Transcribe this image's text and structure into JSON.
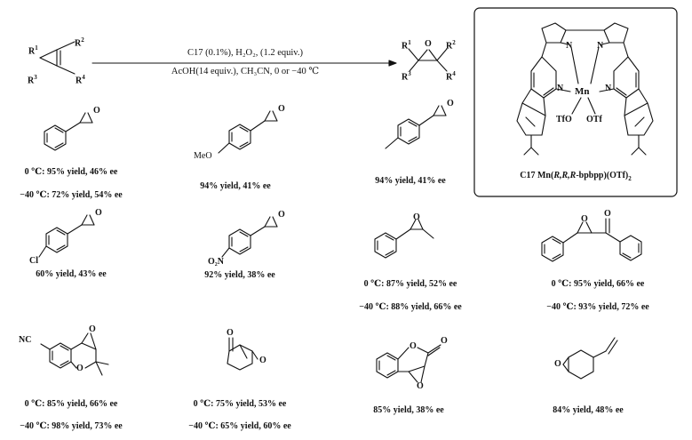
{
  "reaction": {
    "conditions_line1": "C17 (0.1%), H₂O₂, (1.2 equiv.)",
    "conditions_line2": "AcOH(14 equiv.), CH₃CN, 0 or −40 ℃",
    "r1": "R",
    "r2": "R",
    "r3": "R",
    "r4": "R"
  },
  "catalyst": {
    "label_prefix": "C17 Mn(",
    "label_ligand": "R,R,R",
    "label_suffix": "-bpbpp)(OTf)",
    "label_sub": "2",
    "metal": "Mn",
    "otf_left": "TfO",
    "otf_right": "OTf"
  },
  "atoms": {
    "O": "O",
    "MeO": "MeO",
    "Cl": "Cl",
    "O2N": "O₂N",
    "NC": "NC",
    "N": "N"
  },
  "products": [
    {
      "id": "styrene-oxide",
      "results": [
        "0 ℃: 95% yield, 46% ee",
        "−40 ℃: 72% yield, 54% ee"
      ]
    },
    {
      "id": "4-methoxystyrene-oxide",
      "results": [
        "94% yield, 41% ee"
      ]
    },
    {
      "id": "4-methylstyrene-oxide",
      "results": [
        "94% yield, 41% ee"
      ]
    },
    {
      "id": "4-chlorostyrene-oxide",
      "results": [
        "60% yield, 43% ee"
      ]
    },
    {
      "id": "4-nitrostyrene-oxide",
      "results": [
        "92% yield, 38% ee"
      ]
    },
    {
      "id": "beta-methylstyrene-oxide",
      "results": [
        "0 ℃: 87% yield, 52% ee",
        "−40 ℃: 88% yield, 66% ee"
      ]
    },
    {
      "id": "chalcone-oxide",
      "results": [
        "0 ℃: 95% yield, 66% ee",
        "−40 ℃: 93% yield, 72% ee"
      ]
    },
    {
      "id": "chromene-oxide",
      "results": [
        "0 ℃: 85% yield, 66% ee",
        "−40 ℃: 98% yield, 73% ee"
      ]
    },
    {
      "id": "cyclohexenone-oxide",
      "results": [
        "0 ℃: 75% yield, 53% ee",
        "−40 ℃: 65% yield, 60% ee"
      ]
    },
    {
      "id": "coumarin-oxide",
      "results": [
        "85% yield, 38% ee"
      ]
    },
    {
      "id": "vinylcyclohexene-oxide",
      "results": [
        "84% yield, 48% ee"
      ]
    }
  ]
}
